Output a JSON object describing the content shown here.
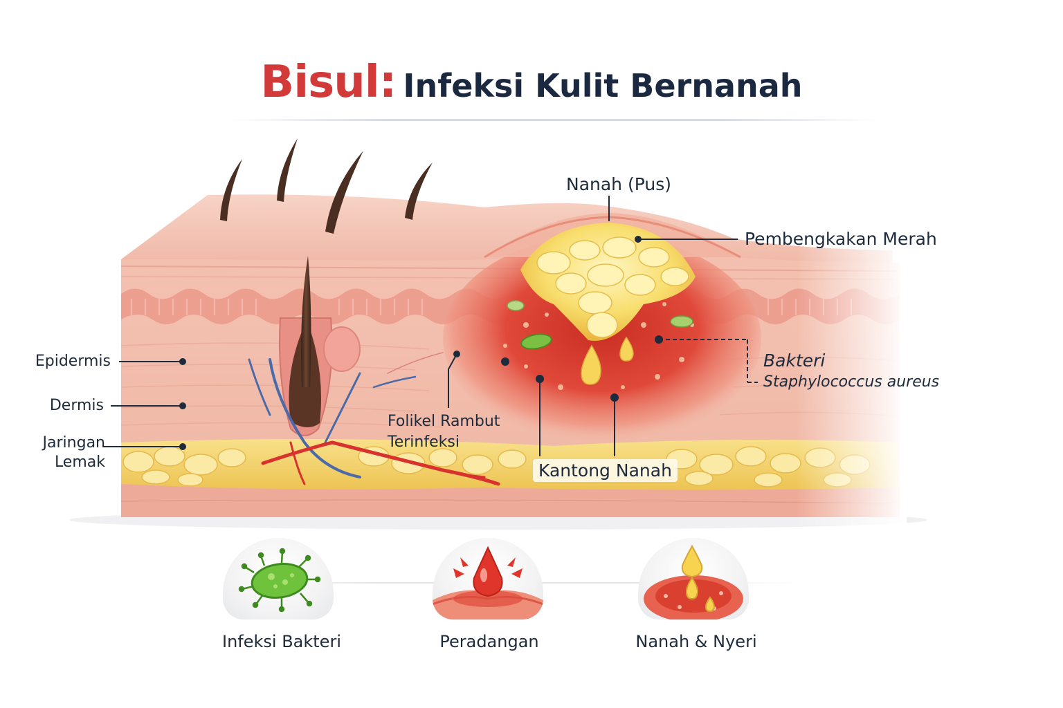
{
  "title": {
    "accent": "Bisul:",
    "rest": "Infeksi Kulit Bernanah"
  },
  "layers": {
    "epidermis": "Epidermis",
    "dermis": "Dermis",
    "fat_line1": "Jaringan",
    "fat_line2": "Lemak"
  },
  "callouts": {
    "pus": "Nanah (Pus)",
    "swelling": "Pembengkakan Merah",
    "bacteria": "Bakteri",
    "bacteria_species": "Staphylococcus aureus",
    "follicle_line1": "Folikel Rambut",
    "follicle_line2": "Terinfeksi",
    "pus_pocket": "Kantong Nanah"
  },
  "icons": [
    {
      "label": "Infeksi Bakteri",
      "icon": "bacteria-icon"
    },
    {
      "label": "Peradangan",
      "icon": "inflammation-icon"
    },
    {
      "label": "Nanah & Nyeri",
      "icon": "pus-pain-icon"
    }
  ],
  "colors": {
    "accent": "#d23a3a",
    "text": "#1e2b3c",
    "skin": "#f2b5a4",
    "pus": "#f7dc6b",
    "infection": "#d93a2e"
  }
}
